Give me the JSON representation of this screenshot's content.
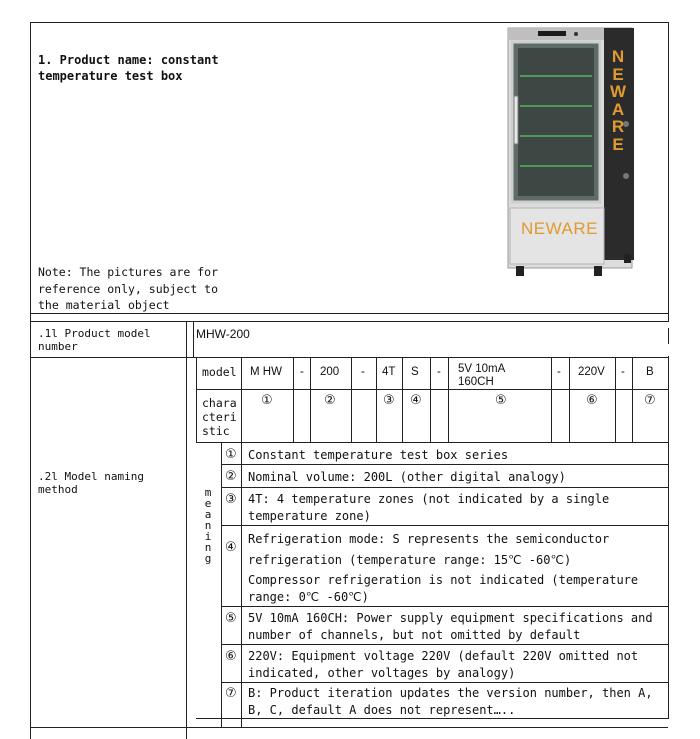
{
  "header": {
    "title": "1. Product name: constant\ntemperature test box",
    "note": "Note: The pictures are for\nreference only, subject to\nthe material object",
    "brand_front": "NEWARE",
    "brand_side": "NEWARE"
  },
  "model_number": {
    "label": ".1l Product model\nnumber",
    "value": "MHW-200"
  },
  "naming": {
    "label": ".2l Model naming\nmethod",
    "row_model_label": "model",
    "row_char_label": "chara\ncteri\nstic",
    "parts": [
      "M HW",
      "-",
      "200",
      "-",
      "4T",
      "S",
      "-",
      "5V 10mA\n160CH",
      "-",
      "220V",
      "-",
      "B"
    ],
    "chars": [
      "①",
      "②",
      "③",
      "④",
      "⑤",
      "⑥",
      "⑦"
    ],
    "meaning_label": "meaning",
    "meanings": [
      {
        "num": "①",
        "text": "Constant temperature test box series"
      },
      {
        "num": "②",
        "text": "Nominal volume: 200L (other digital analogy)"
      },
      {
        "num": "③",
        "text": "4T: 4 temperature zones (not indicated by a single temperature zone)"
      },
      {
        "num": "④",
        "text": "Refrigeration mode: S represents the semiconductor refrigeration (temperature range: 15℃ -60℃)",
        "text2": "Compressor refrigeration is not indicated (temperature range: 0℃ -60℃)"
      },
      {
        "num": "⑤",
        "text": "5V 10mA 160CH: Power supply equipment specifications and number of channels, but not omitted by default"
      },
      {
        "num": "⑥",
        "text": "220V: Equipment voltage 220V (default 220V omitted not indicated, other voltages by analogy)"
      },
      {
        "num": "⑦",
        "text": "B: Product iteration updates the version number, then A, B, C, default A does not represent….."
      }
    ]
  }
}
